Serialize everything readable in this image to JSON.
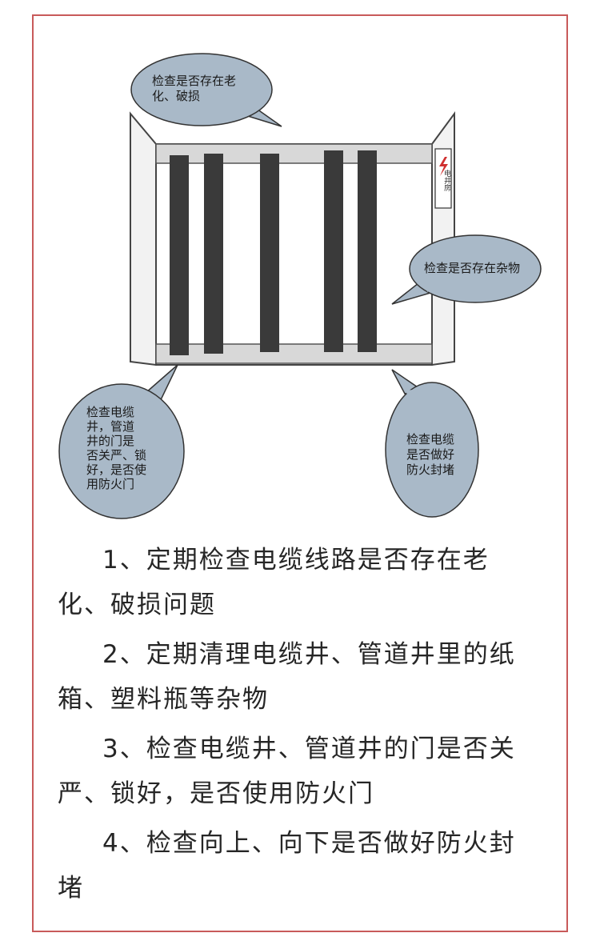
{
  "bubbles": {
    "top": {
      "line1": "检查是否存在老",
      "line2": "化、破损"
    },
    "right": {
      "text": "检查是否存在杂物"
    },
    "bottom_left": {
      "lines": [
        "检查电缆",
        "井，管道",
        "井的门是",
        "否关严、锁",
        "好，是否使",
        "用防火门"
      ]
    },
    "bottom_right": {
      "lines": [
        "检查电缆",
        "是否做好",
        "防火封堵"
      ]
    }
  },
  "sign": {
    "text": "电井房"
  },
  "items": [
    {
      "line1": "1、定期检查电缆线路是否存在老",
      "line2": "化、破损问题"
    },
    {
      "line1": "2、定期清理电缆井、管道井里的纸",
      "line2": "箱、塑料瓶等杂物"
    },
    {
      "line1": "3、检查电缆井、管道井的门是否关",
      "line2": "严、锁好，是否使用防火门"
    },
    {
      "line1": "4、检查向上、向下是否做好防火封",
      "line2": "堵"
    }
  ],
  "colors": {
    "frame": "#c85a5a",
    "bubble": "#a9b9c8",
    "cable": "#3a3a3a",
    "shelf": "#d8d8d8"
  }
}
